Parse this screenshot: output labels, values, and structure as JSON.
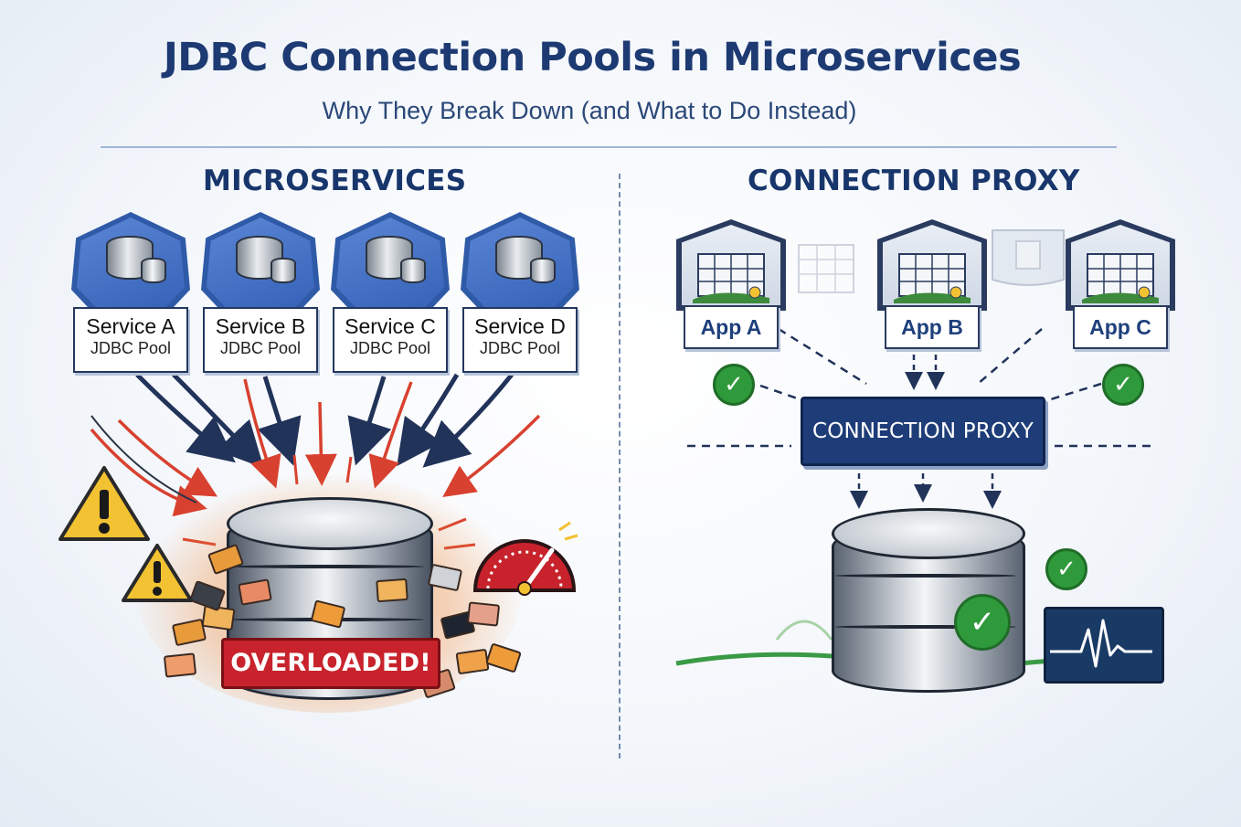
{
  "title": "JDBC Connection Pools in Microservices",
  "subtitle": "Why They Break Down (and What to Do Instead)",
  "left": {
    "heading": "MICROSERVICES",
    "services": [
      {
        "name": "Service A",
        "pool": "JDBC Pool"
      },
      {
        "name": "Service B",
        "pool": "JDBC Pool"
      },
      {
        "name": "Service C",
        "pool": "JDBC Pool"
      },
      {
        "name": "Service D",
        "pool": "JDBC Pool"
      }
    ],
    "status_label": "OVERLOADED!"
  },
  "right": {
    "heading": "CONNECTION PROXY",
    "apps": [
      {
        "name": "App A"
      },
      {
        "name": "App B"
      },
      {
        "name": "App C"
      }
    ],
    "proxy_label": "CONNECTION PROXY"
  },
  "colors": {
    "title": "#1d3a72",
    "service_blue": "#2f5aa8",
    "alert_red": "#c8232c",
    "proxy_navy": "#1e3d78",
    "ok_green": "#2f9a3c",
    "warning_yellow": "#f2c232"
  },
  "icons": [
    "database-icon",
    "warning-icon",
    "gauge-icon",
    "check-icon",
    "heartbeat-monitor-icon",
    "building-icon"
  ]
}
